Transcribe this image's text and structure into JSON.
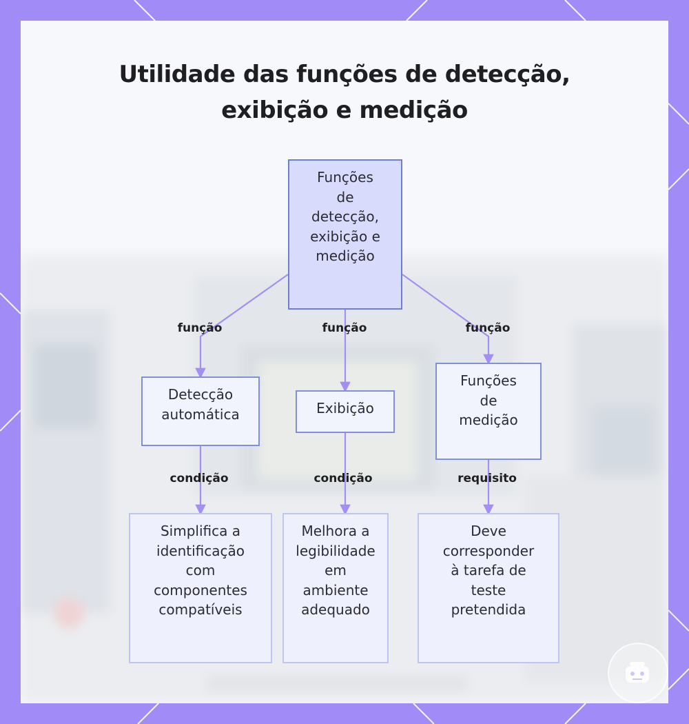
{
  "title": {
    "line1": "Utilidade das funções de detecção,",
    "line2": "exibição e medição"
  },
  "nodes": {
    "root": {
      "lines": [
        "Funções",
        "de",
        "detecção,",
        "exibição e",
        "medição"
      ]
    },
    "detection": {
      "lines": [
        "Detecção",
        "automática"
      ]
    },
    "display": {
      "lines": [
        "Exibição"
      ]
    },
    "measurement": {
      "lines": [
        "Funções",
        "de",
        "medição"
      ]
    },
    "simplifies": {
      "lines": [
        "Simplifica a",
        "identificação",
        "com",
        "componentes",
        "compatíveis"
      ]
    },
    "improves": {
      "lines": [
        "Melhora a",
        "legibilidade",
        "em",
        "ambiente",
        "adequado"
      ]
    },
    "must_match": {
      "lines": [
        "Deve",
        "corresponder",
        "à tarefa de",
        "teste",
        "pretendida"
      ]
    }
  },
  "edges": {
    "root_detection": "função",
    "root_display": "função",
    "root_measurement": "função",
    "detection_simplifies": "condição",
    "display_improves": "condição",
    "measurement_must_match": "requisito"
  },
  "colors": {
    "frame": "#a18bf7",
    "edge": "#a38ff2",
    "root_fill": "#d8dbfb",
    "node_border": "#7f8fd8",
    "leaf_fill": "#eef1fd",
    "text": "#1f1f22"
  },
  "icons": {
    "logo_badge": "logo-badge-icon"
  }
}
